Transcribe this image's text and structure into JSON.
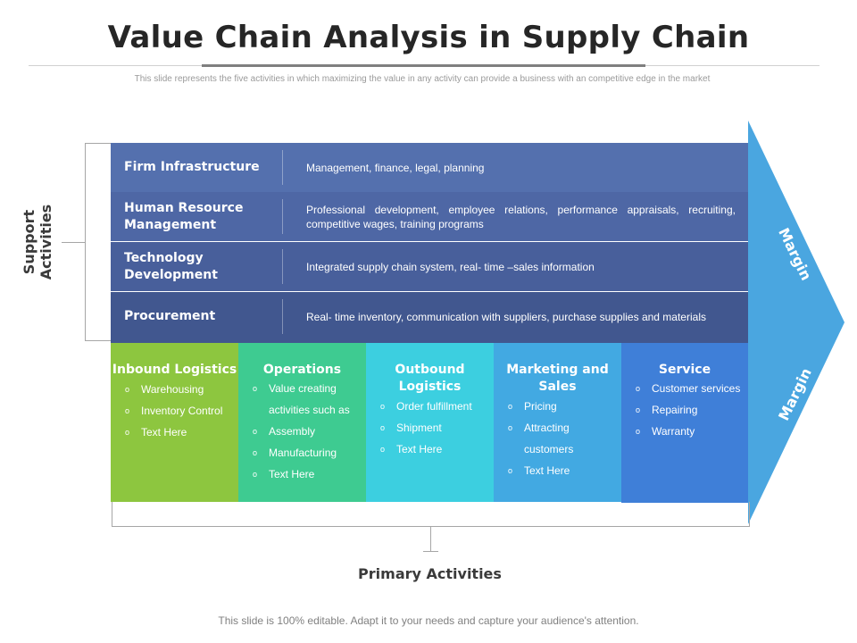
{
  "title": "Value Chain Analysis in Supply Chain",
  "subtitle": "This slide represents the five activities in which maximizing the value in any activity can provide a business with an competitive edge in the market",
  "support_label": "Support Activities",
  "support_activities": [
    {
      "name": "Firm Infrastructure",
      "desc": "Management, finance, legal, planning",
      "color": "#5470ae"
    },
    {
      "name": "Human Resource Management",
      "desc": "Professional development, employee relations, performance appraisals, recruiting, competitive wages, training programs",
      "color": "#4e67a5"
    },
    {
      "name": "Technology Development",
      "desc": "Integrated supply chain system, real- time –sales information",
      "color": "#485f9b"
    },
    {
      "name": "Procurement",
      "desc": "Real- time inventory, communication with suppliers, purchase supplies and materials",
      "color": "#41578f"
    }
  ],
  "primary_activities": [
    {
      "title": "Inbound Logistics",
      "items": [
        "Warehousing",
        "Inventory Control",
        "Text Here"
      ],
      "color": "#8dc63f"
    },
    {
      "title": "Operations",
      "items": [
        "Value creating activities such as",
        " Assembly",
        "Manufacturing",
        "Text Here"
      ],
      "color": "#3ecb91"
    },
    {
      "title": "Outbound Logistics",
      "items": [
        "Order fulfillment",
        "Shipment",
        "Text Here"
      ],
      "color": "#3ccfe0"
    },
    {
      "title": "Marketing and Sales",
      "items": [
        "Pricing",
        "Attracting customers",
        "Text Here"
      ],
      "color": "#42a9e2"
    },
    {
      "title": "Service",
      "items": [
        "Customer services",
        "Repairing",
        "Warranty"
      ],
      "color": "#3f7fd8"
    }
  ],
  "margin_labels": [
    "Margin",
    "Margin"
  ],
  "arrow_color": "#4aa6e0",
  "bullet_glyph": "o",
  "primary_label": "Primary Activities",
  "footer": "This slide is 100% editable. Adapt it to your needs and capture your audience's attention."
}
